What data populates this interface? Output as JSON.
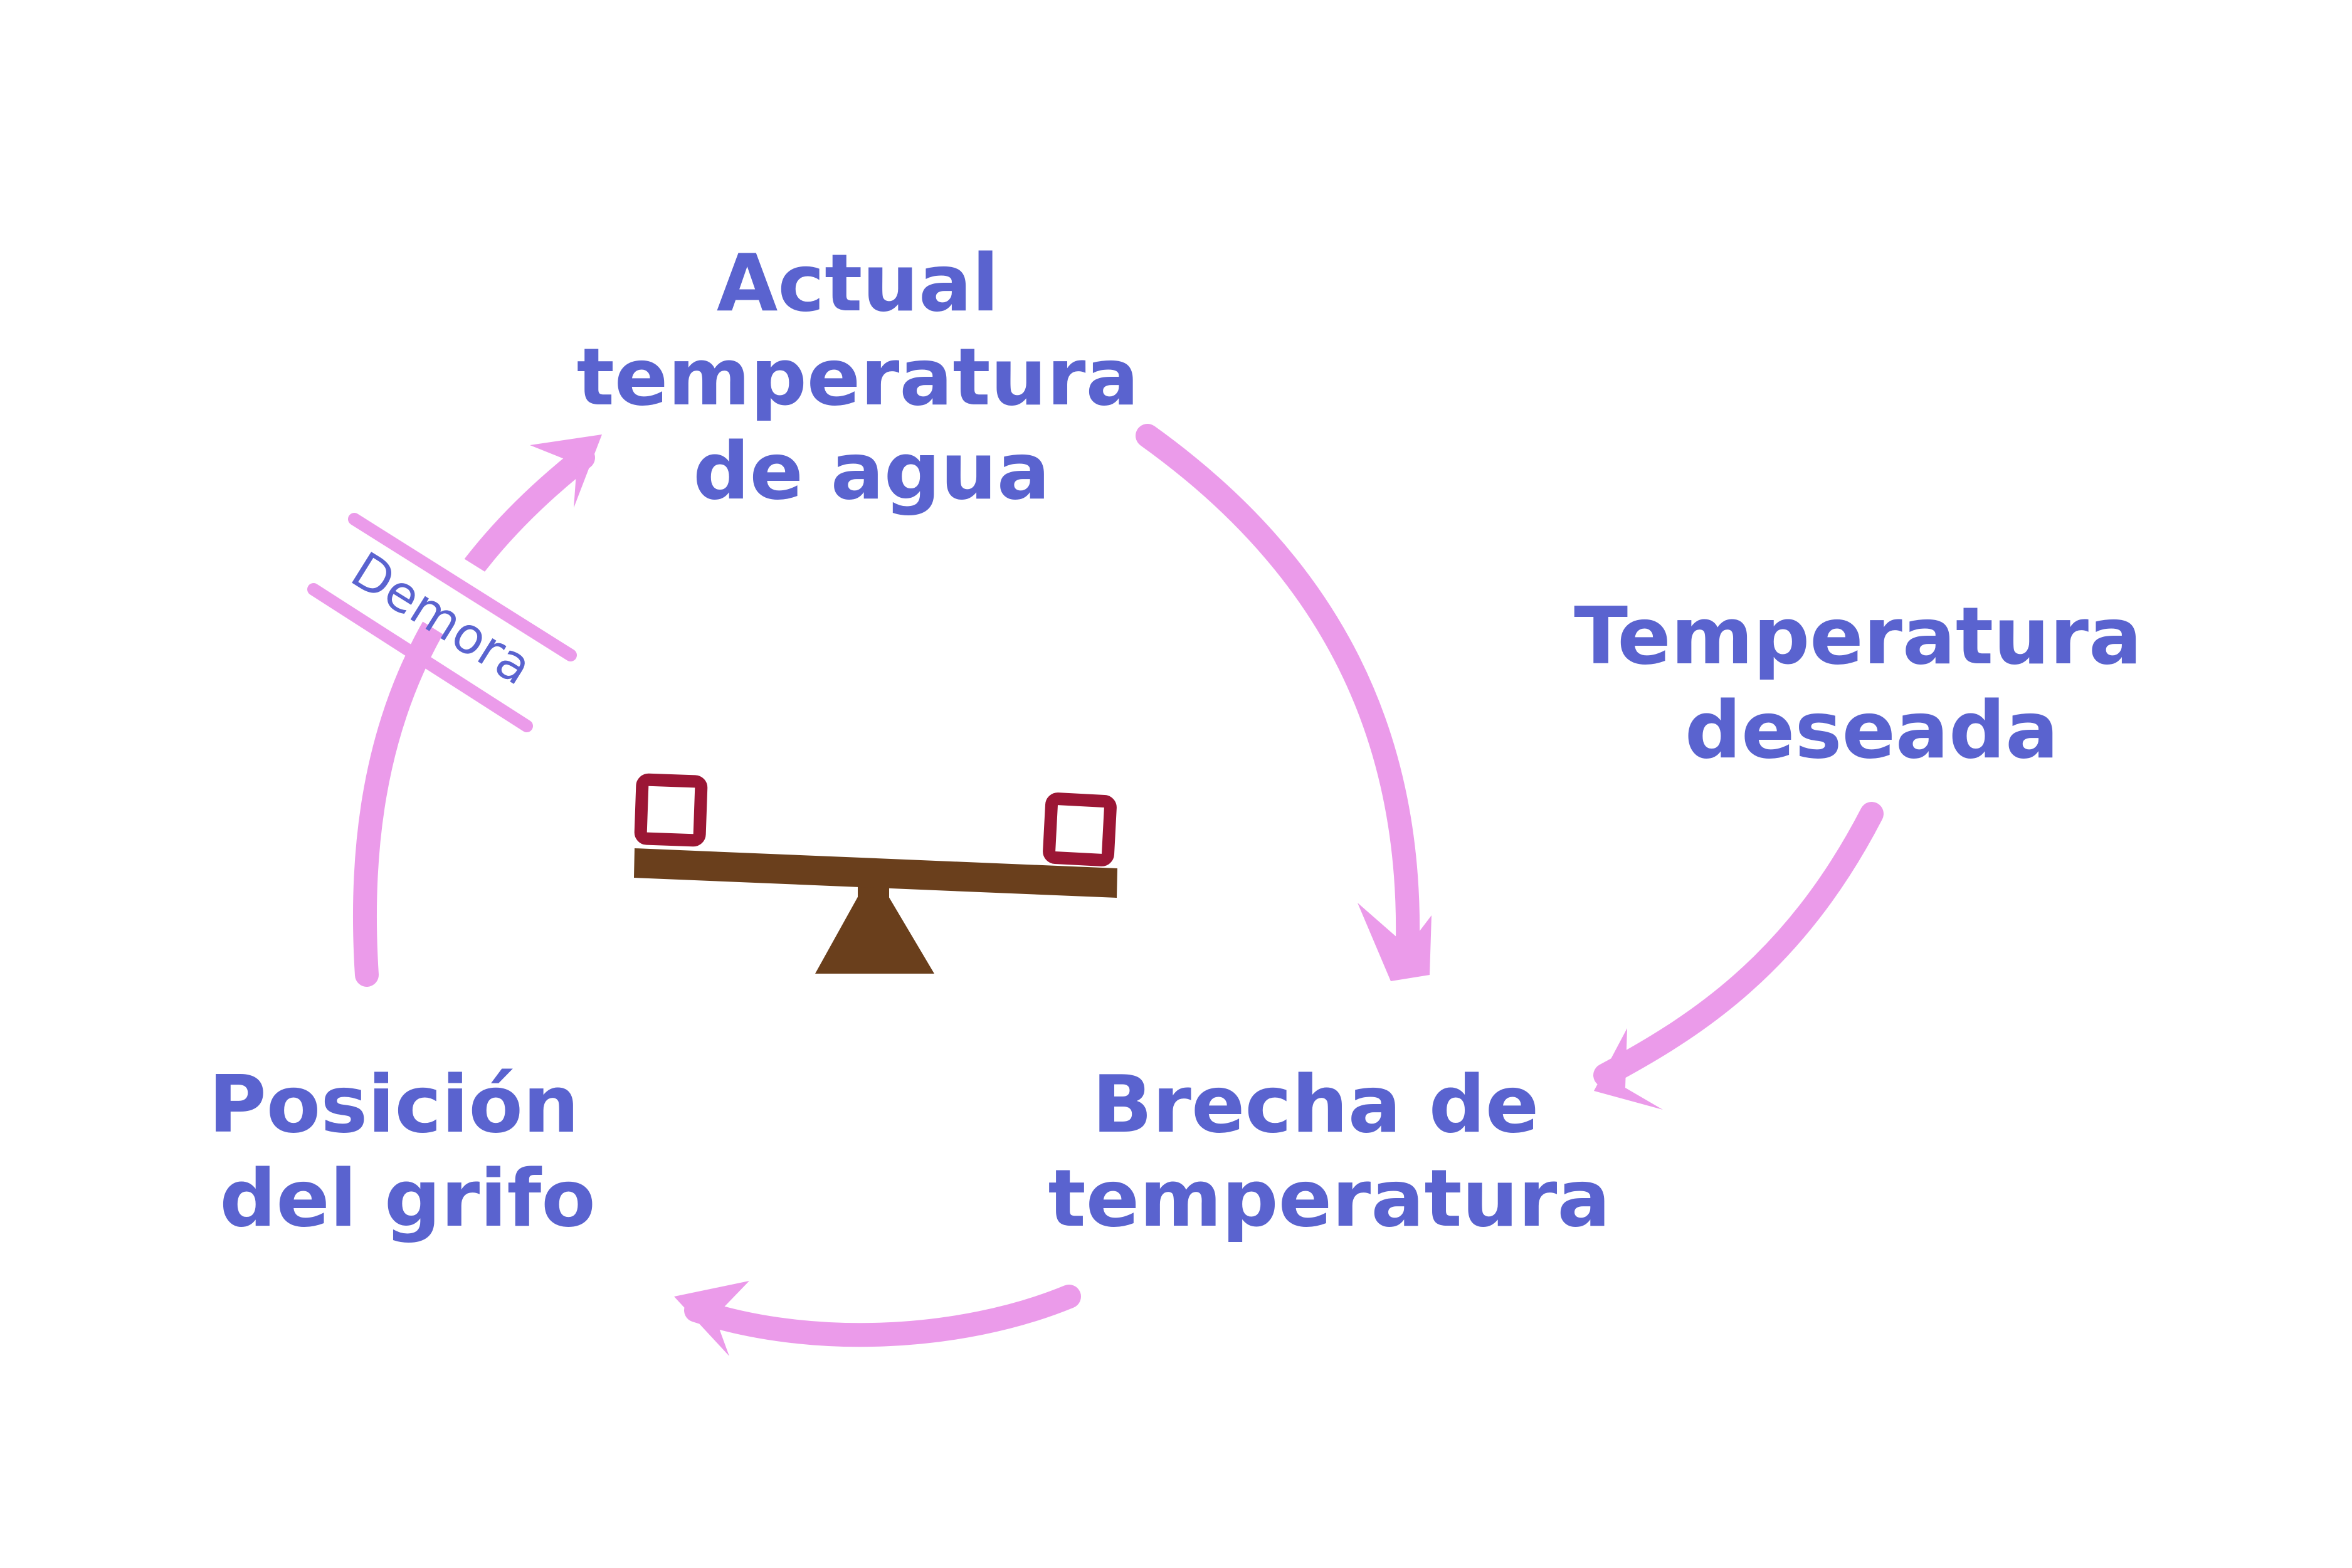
{
  "colors": {
    "text": "#5a63cf",
    "arrow": "#eb9bea",
    "seesaw": "#6a3f1c",
    "weight": "#9b1635",
    "background": "#ffffff"
  },
  "nodes": {
    "actual_temp": [
      "Actual",
      "temperatura",
      "de agua"
    ],
    "desired_temp": [
      "Temperatura",
      "deseada"
    ],
    "temp_gap": [
      "Brecha de",
      "temperatura"
    ],
    "faucet_position": [
      "Posición",
      "del grifo"
    ]
  },
  "delay_label": "Demora",
  "icons": {
    "balance": "seesaw-balance-icon",
    "weight": "square-weight-icon"
  }
}
